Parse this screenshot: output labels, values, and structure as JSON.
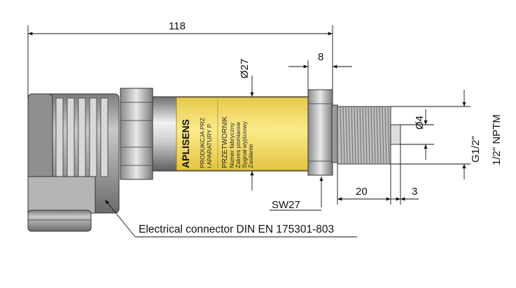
{
  "dimensions": {
    "overall_length": "118",
    "body_diameter": "Ø27",
    "hex_width": "8",
    "thread_length": "20",
    "tip_length": "3",
    "tip_diameter": "Ø4",
    "thread_g": "G1/2\"",
    "thread_npt": "1/2\" NPTM",
    "spanner_size": "SW27"
  },
  "callout": {
    "connector": "Electrical connector DIN EN 175301-803"
  },
  "label": {
    "brand": "APLISENS",
    "company_line_1": "PRODUKCJA PRZ",
    "company_line_2": "I APARATURY P",
    "title": "PRZETWORNIK",
    "fields": [
      "Numer fabryczny",
      "Zakres pomiarow",
      "Sygnał wyjściowy",
      "Zasilanie"
    ]
  },
  "colors": {
    "label_yellow": "#f6e27a",
    "metal_light": "#e6e6e6",
    "metal_dark": "#7a7a7a",
    "connector_grey": "#a9a9a9"
  }
}
